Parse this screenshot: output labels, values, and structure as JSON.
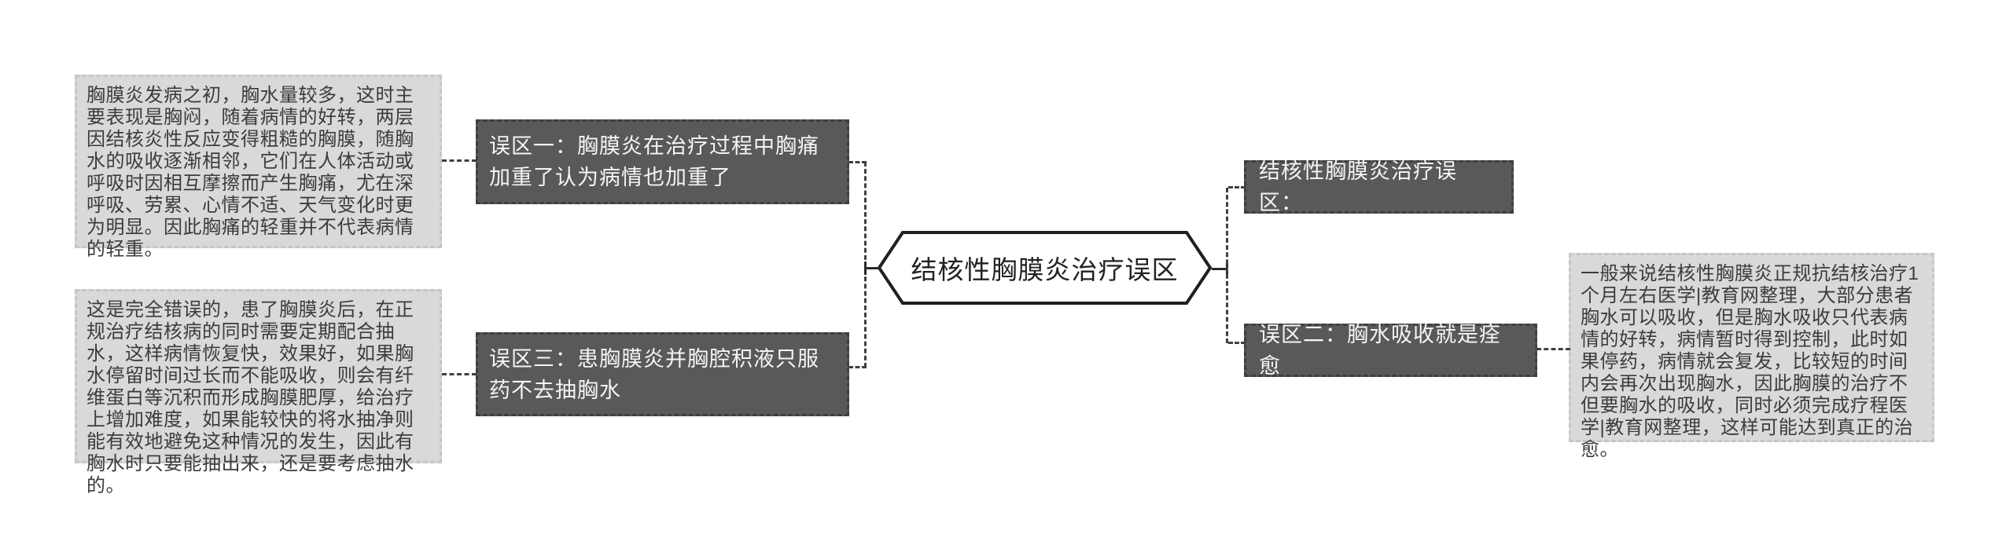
{
  "mindmap": {
    "root_label": "结核性胸膜炎治疗误区",
    "left_branch": {
      "myth1_label": "误区一：胸膜炎在治疗过程中胸痛加重了认为病情也加重了",
      "myth1_note": "胸膜炎发病之初，胸水量较多，这时主要表现是胸闷，随着病情的好转，两层因结核炎性反应变得粗糙的胸膜，随胸水的吸收逐渐相邻，它们在人体活动或呼吸时因相互摩擦而产生胸痛，尤在深呼吸、劳累、心情不适、天气变化时更为明显。因此胸痛的轻重并不代表病情的轻重。",
      "myth3_label": "误区三：患胸膜炎并胸腔积液只服药不去抽胸水",
      "myth3_note": "这是完全错误的，患了胸膜炎后，在正规治疗结核病的同时需要定期配合抽水，这样病情恢复快，效果好，如果胸水停留时间过长而不能吸收，则会有纤维蛋白等沉积而形成胸膜肥厚，给治疗上增加难度，如果能较快的将水抽净则能有效地避免这种情况的发生，因此有胸水时只要能抽出来，还是要考虑抽水的。"
    },
    "right_branch": {
      "heading_label": "结核性胸膜炎治疗误区：",
      "myth2_label": "误区二：胸水吸收就是痊愈",
      "myth2_note": "一般来说结核性胸膜炎正规抗结核治疗1个月左右医学|教育网整理，大部分患者胸水可以吸收，但是胸水吸收只代表病情的好转，病情暂时得到控制，此时如果停药，病情就会复发，比较短的时间内会再次出现胸水，因此胸膜的治疗不但要胸水的吸收，同时必须完成疗程医学|教育网整理，这样可能达到真正的治愈。"
    },
    "colors": {
      "dark_node_bg": "#595959",
      "light_note_bg": "#d9d9d9",
      "connector": "#404040",
      "hexagon_border": "#1f1f1f"
    }
  }
}
